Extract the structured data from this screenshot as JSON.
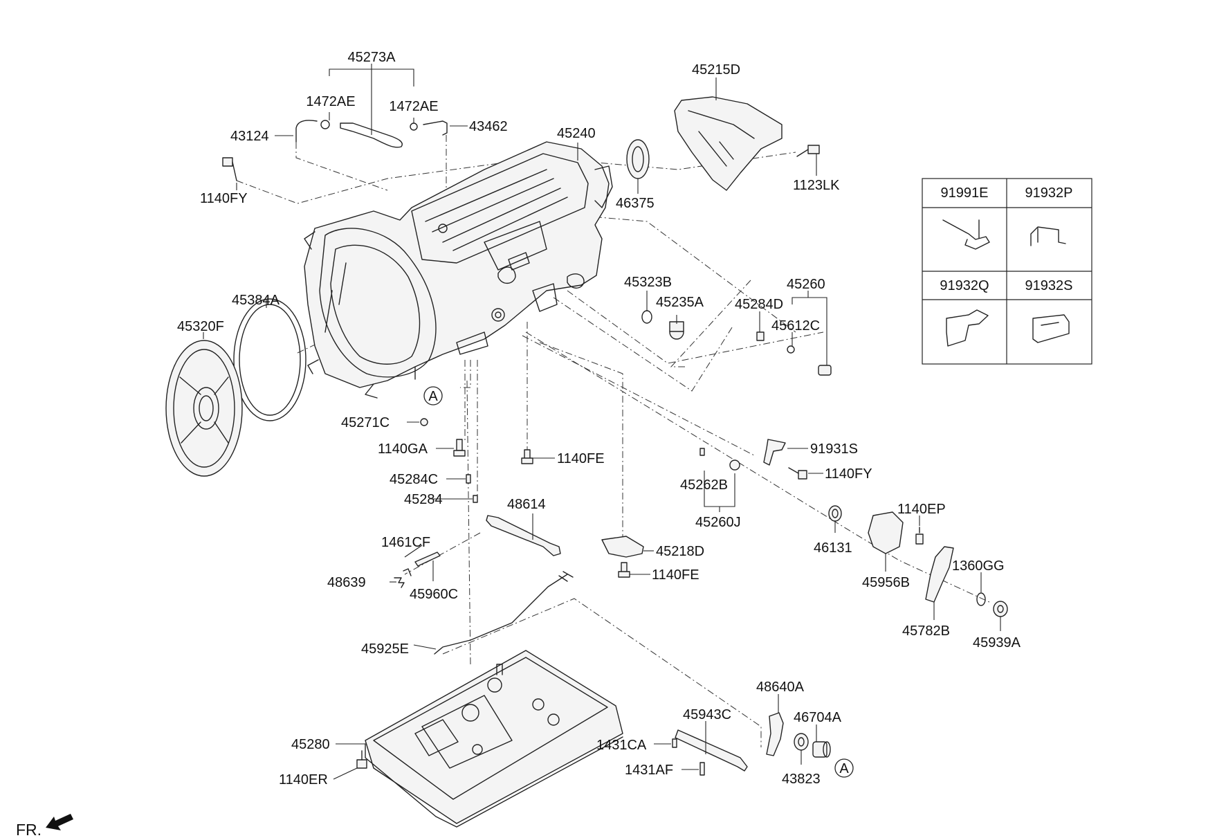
{
  "fr_label": "FR.",
  "ref_marker": "A",
  "parts": [
    {
      "id": "45273A",
      "label": "45273A"
    },
    {
      "id": "1472AE_L",
      "label": "1472AE"
    },
    {
      "id": "1472AE_R",
      "label": "1472AE"
    },
    {
      "id": "43124",
      "label": "43124"
    },
    {
      "id": "43462",
      "label": "43462"
    },
    {
      "id": "45240",
      "label": "45240"
    },
    {
      "id": "45215D",
      "label": "45215D"
    },
    {
      "id": "1140FY_top",
      "label": "1140FY"
    },
    {
      "id": "46375",
      "label": "46375"
    },
    {
      "id": "1123LK",
      "label": "1123LK"
    },
    {
      "id": "45384A",
      "label": "45384A"
    },
    {
      "id": "45320F",
      "label": "45320F"
    },
    {
      "id": "45323B",
      "label": "45323B"
    },
    {
      "id": "45235A",
      "label": "45235A"
    },
    {
      "id": "45260",
      "label": "45260"
    },
    {
      "id": "45284D",
      "label": "45284D"
    },
    {
      "id": "45612C",
      "label": "45612C"
    },
    {
      "id": "45271C",
      "label": "45271C"
    },
    {
      "id": "1140GA",
      "label": "1140GA"
    },
    {
      "id": "1140FE_mid",
      "label": "1140FE"
    },
    {
      "id": "45284C",
      "label": "45284C"
    },
    {
      "id": "45284",
      "label": "45284"
    },
    {
      "id": "91931S",
      "label": "91931S"
    },
    {
      "id": "1140FY_mid",
      "label": "1140FY"
    },
    {
      "id": "45262B",
      "label": "45262B"
    },
    {
      "id": "45260J",
      "label": "45260J"
    },
    {
      "id": "48614",
      "label": "48614"
    },
    {
      "id": "1461CF",
      "label": "1461CF"
    },
    {
      "id": "48639",
      "label": "48639"
    },
    {
      "id": "45960C",
      "label": "45960C"
    },
    {
      "id": "45218D",
      "label": "45218D"
    },
    {
      "id": "1140FE_low",
      "label": "1140FE"
    },
    {
      "id": "46131",
      "label": "46131"
    },
    {
      "id": "1140EP",
      "label": "1140EP"
    },
    {
      "id": "45956B",
      "label": "45956B"
    },
    {
      "id": "1360GG",
      "label": "1360GG"
    },
    {
      "id": "45782B",
      "label": "45782B"
    },
    {
      "id": "45939A",
      "label": "45939A"
    },
    {
      "id": "45925E",
      "label": "45925E"
    },
    {
      "id": "48640A",
      "label": "48640A"
    },
    {
      "id": "45943C",
      "label": "45943C"
    },
    {
      "id": "46704A",
      "label": "46704A"
    },
    {
      "id": "1431CA",
      "label": "1431CA"
    },
    {
      "id": "1431AF",
      "label": "1431AF"
    },
    {
      "id": "43823",
      "label": "43823"
    },
    {
      "id": "45280",
      "label": "45280"
    },
    {
      "id": "1140ER",
      "label": "1140ER"
    }
  ],
  "table": {
    "cells": [
      "91991E",
      "91932P",
      "91932Q",
      "91932S"
    ]
  }
}
